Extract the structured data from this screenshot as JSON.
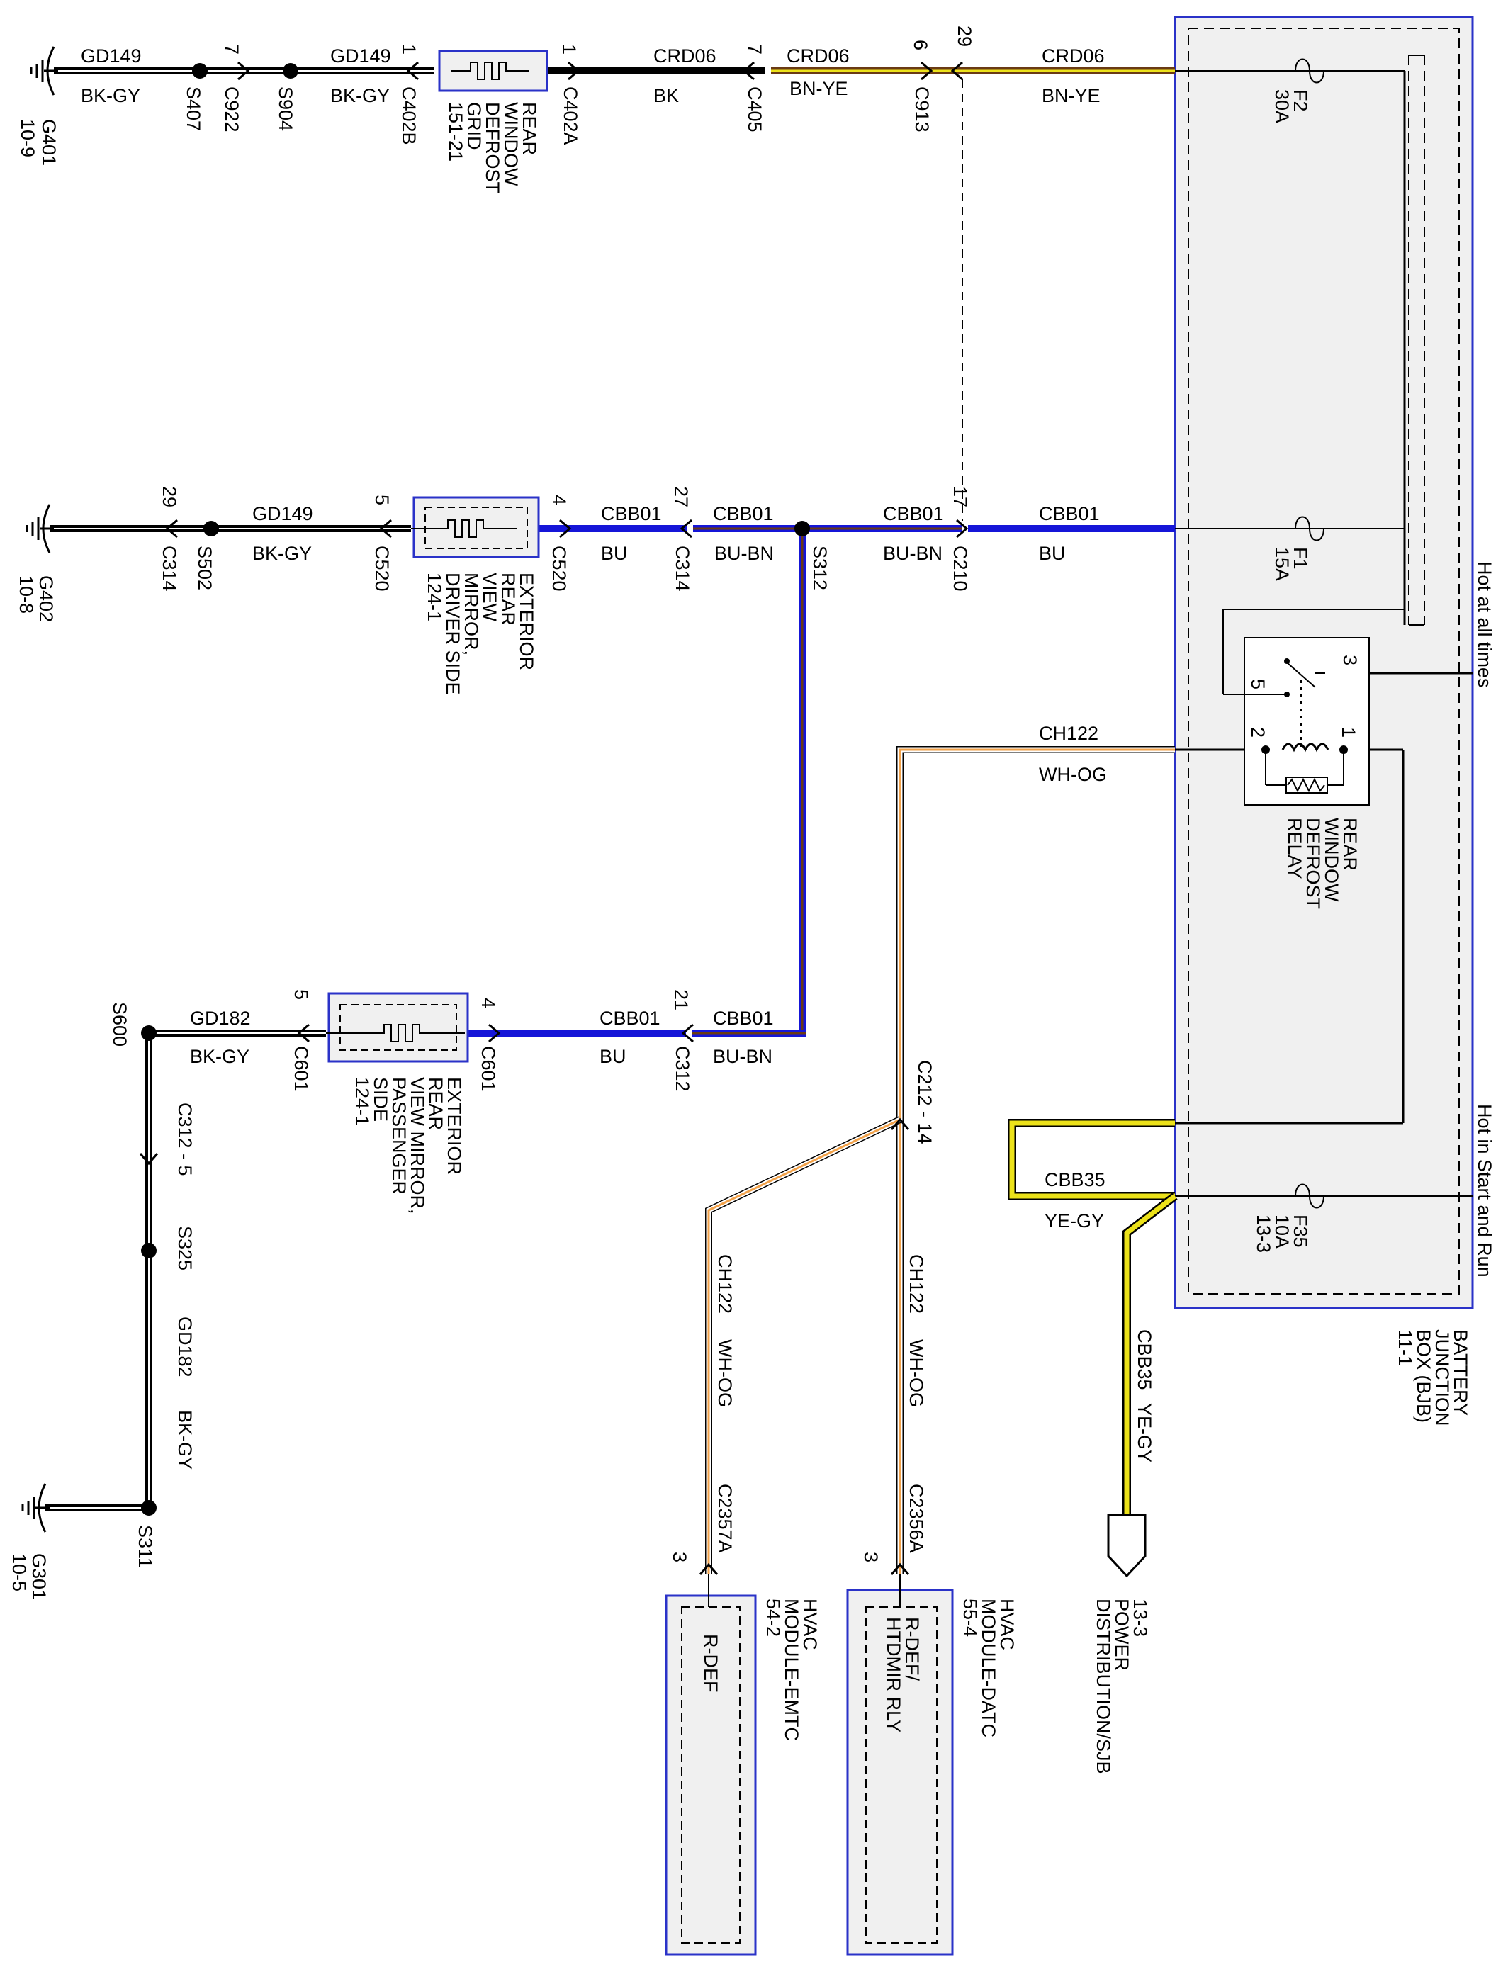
{
  "colors": {
    "black": "#000000",
    "blue": "#1515d8",
    "brown": "#6a3a14",
    "yellow": "#ece21a",
    "orange": "#f2a24a",
    "white": "#ffffff",
    "box_fill": "#f0f0f0",
    "box_border": "#2a32c8"
  },
  "top_circuit": {
    "wire_left": {
      "circuit": "GD149",
      "color": "BK-GY"
    },
    "wire_mid": {
      "circuit": "GD149",
      "color": "BK-GY"
    },
    "wire_crd_bk": {
      "circuit": "CRD06",
      "color": "BK"
    },
    "wire_crd_bnye": {
      "circuit": "CRD06",
      "color": "BN-YE"
    },
    "wire_crd_bjb": {
      "circuit": "CRD06",
      "color": "BN-YE"
    },
    "ground": {
      "id": "G401",
      "ref": "10-9"
    },
    "splices": [
      "S407",
      "S904"
    ],
    "connectors": {
      "c922": {
        "name": "C922",
        "pin": "7"
      },
      "c402b": {
        "name": "C402B",
        "pin": "1"
      },
      "c402a": {
        "name": "C402A",
        "pin": "1"
      },
      "c405": {
        "name": "C405",
        "pin": "7"
      },
      "c913": {
        "name": "C913",
        "pin": "6"
      },
      "c913_pin29": "29"
    },
    "component": {
      "lines": [
        "REAR",
        "WINDOW",
        "DEFROST",
        "GRID",
        "151-21"
      ]
    }
  },
  "mid_circuit": {
    "wire_gd": {
      "circuit": "GD149",
      "color": "BK-GY"
    },
    "wire_bu1": {
      "circuit": "CBB01",
      "color": "BU"
    },
    "wire_bubn1": {
      "circuit": "CBB01",
      "color": "BU-BN"
    },
    "wire_bubn2": {
      "circuit": "CBB01",
      "color": "BU-BN"
    },
    "wire_bu2": {
      "circuit": "CBB01",
      "color": "BU"
    },
    "ground": {
      "id": "G402",
      "ref": "10-8"
    },
    "splices": [
      "S502",
      "S312"
    ],
    "connectors": {
      "c314a": {
        "name": "C314",
        "pin": "29"
      },
      "c520a": {
        "name": "C520",
        "pin": "5"
      },
      "c520b": {
        "name": "C520",
        "pin": "4"
      },
      "c314b": {
        "name": "C314",
        "pin": "27"
      },
      "c210": {
        "name": "C210",
        "pin": "17"
      }
    },
    "component": {
      "lines": [
        "EXTERIOR",
        "REAR",
        "VIEW",
        "MIRROR,",
        "DRIVER SIDE",
        "124-1"
      ]
    }
  },
  "low_circuit": {
    "wire_gd": {
      "circuit": "GD182",
      "color": "BK-GY"
    },
    "wire_bu": {
      "circuit": "CBB01",
      "color": "BU"
    },
    "wire_bubn": {
      "circuit": "CBB01",
      "color": "BU-BN"
    },
    "wire_vert": {
      "circuit": "GD182",
      "color": "BK-GY"
    },
    "splices": [
      "S600",
      "S325",
      "S311"
    ],
    "connectors": {
      "c601a": {
        "name": "C601",
        "pin": "5"
      },
      "c601b": {
        "name": "C601",
        "pin": "4"
      },
      "c312": {
        "name": "C312",
        "pin": "21"
      },
      "c312_vert": "C312 - 5"
    },
    "ground": {
      "id": "G301",
      "ref": "10-5"
    },
    "component": {
      "lines": [
        "EXTERIOR",
        "REAR",
        "VIEW MIRROR,",
        "PASSENGER",
        "SIDE",
        "124-1"
      ]
    }
  },
  "bjb": {
    "title_lines": [
      "BATTERY",
      "JUNCTION",
      "BOX (BJB)",
      "11-1"
    ],
    "hot_all_times": "Hot at all times",
    "hot_start_run": "Hot in Start and Run",
    "fuses": [
      {
        "name": "F2",
        "rating": "30A"
      },
      {
        "name": "F1",
        "rating": "15A"
      },
      {
        "name": "F35",
        "rating": "10A",
        "ref": "13-3"
      }
    ],
    "relay": {
      "lines": [
        "REAR",
        "WINDOW",
        "DEFROST",
        "RELAY"
      ],
      "pins": [
        "3",
        "5",
        "2",
        "1"
      ]
    }
  },
  "hvac": {
    "wire_ch_top": {
      "circuit": "CH122",
      "color": "WH-OG"
    },
    "splice_label": "C212 - 14",
    "wire_emtc": {
      "circuit": "CH122",
      "color": "WH-OG"
    },
    "wire_datc": {
      "circuit": "CH122",
      "color": "WH-OG"
    },
    "wire_cbb35": {
      "circuit": "CBB35",
      "color": "YE-GY"
    },
    "wire_cbb35_v": {
      "circuit": "CBB35",
      "color": "YE-GY"
    },
    "emtc": {
      "connector": "C2357A",
      "pin": "3",
      "lines": [
        "HVAC",
        "MODULE-EMTC",
        "54-2"
      ],
      "function": "R-DEF"
    },
    "datc": {
      "connector": "C2356A",
      "pin": "3",
      "lines": [
        "HVAC",
        "MODULE-DATC",
        "55-4"
      ],
      "function_lines": [
        "R-DEF/",
        "HTDMIR RLY"
      ]
    },
    "power_dist": {
      "lines": [
        "13-3",
        "POWER",
        "DISTRIBUTION/SJB"
      ]
    }
  }
}
